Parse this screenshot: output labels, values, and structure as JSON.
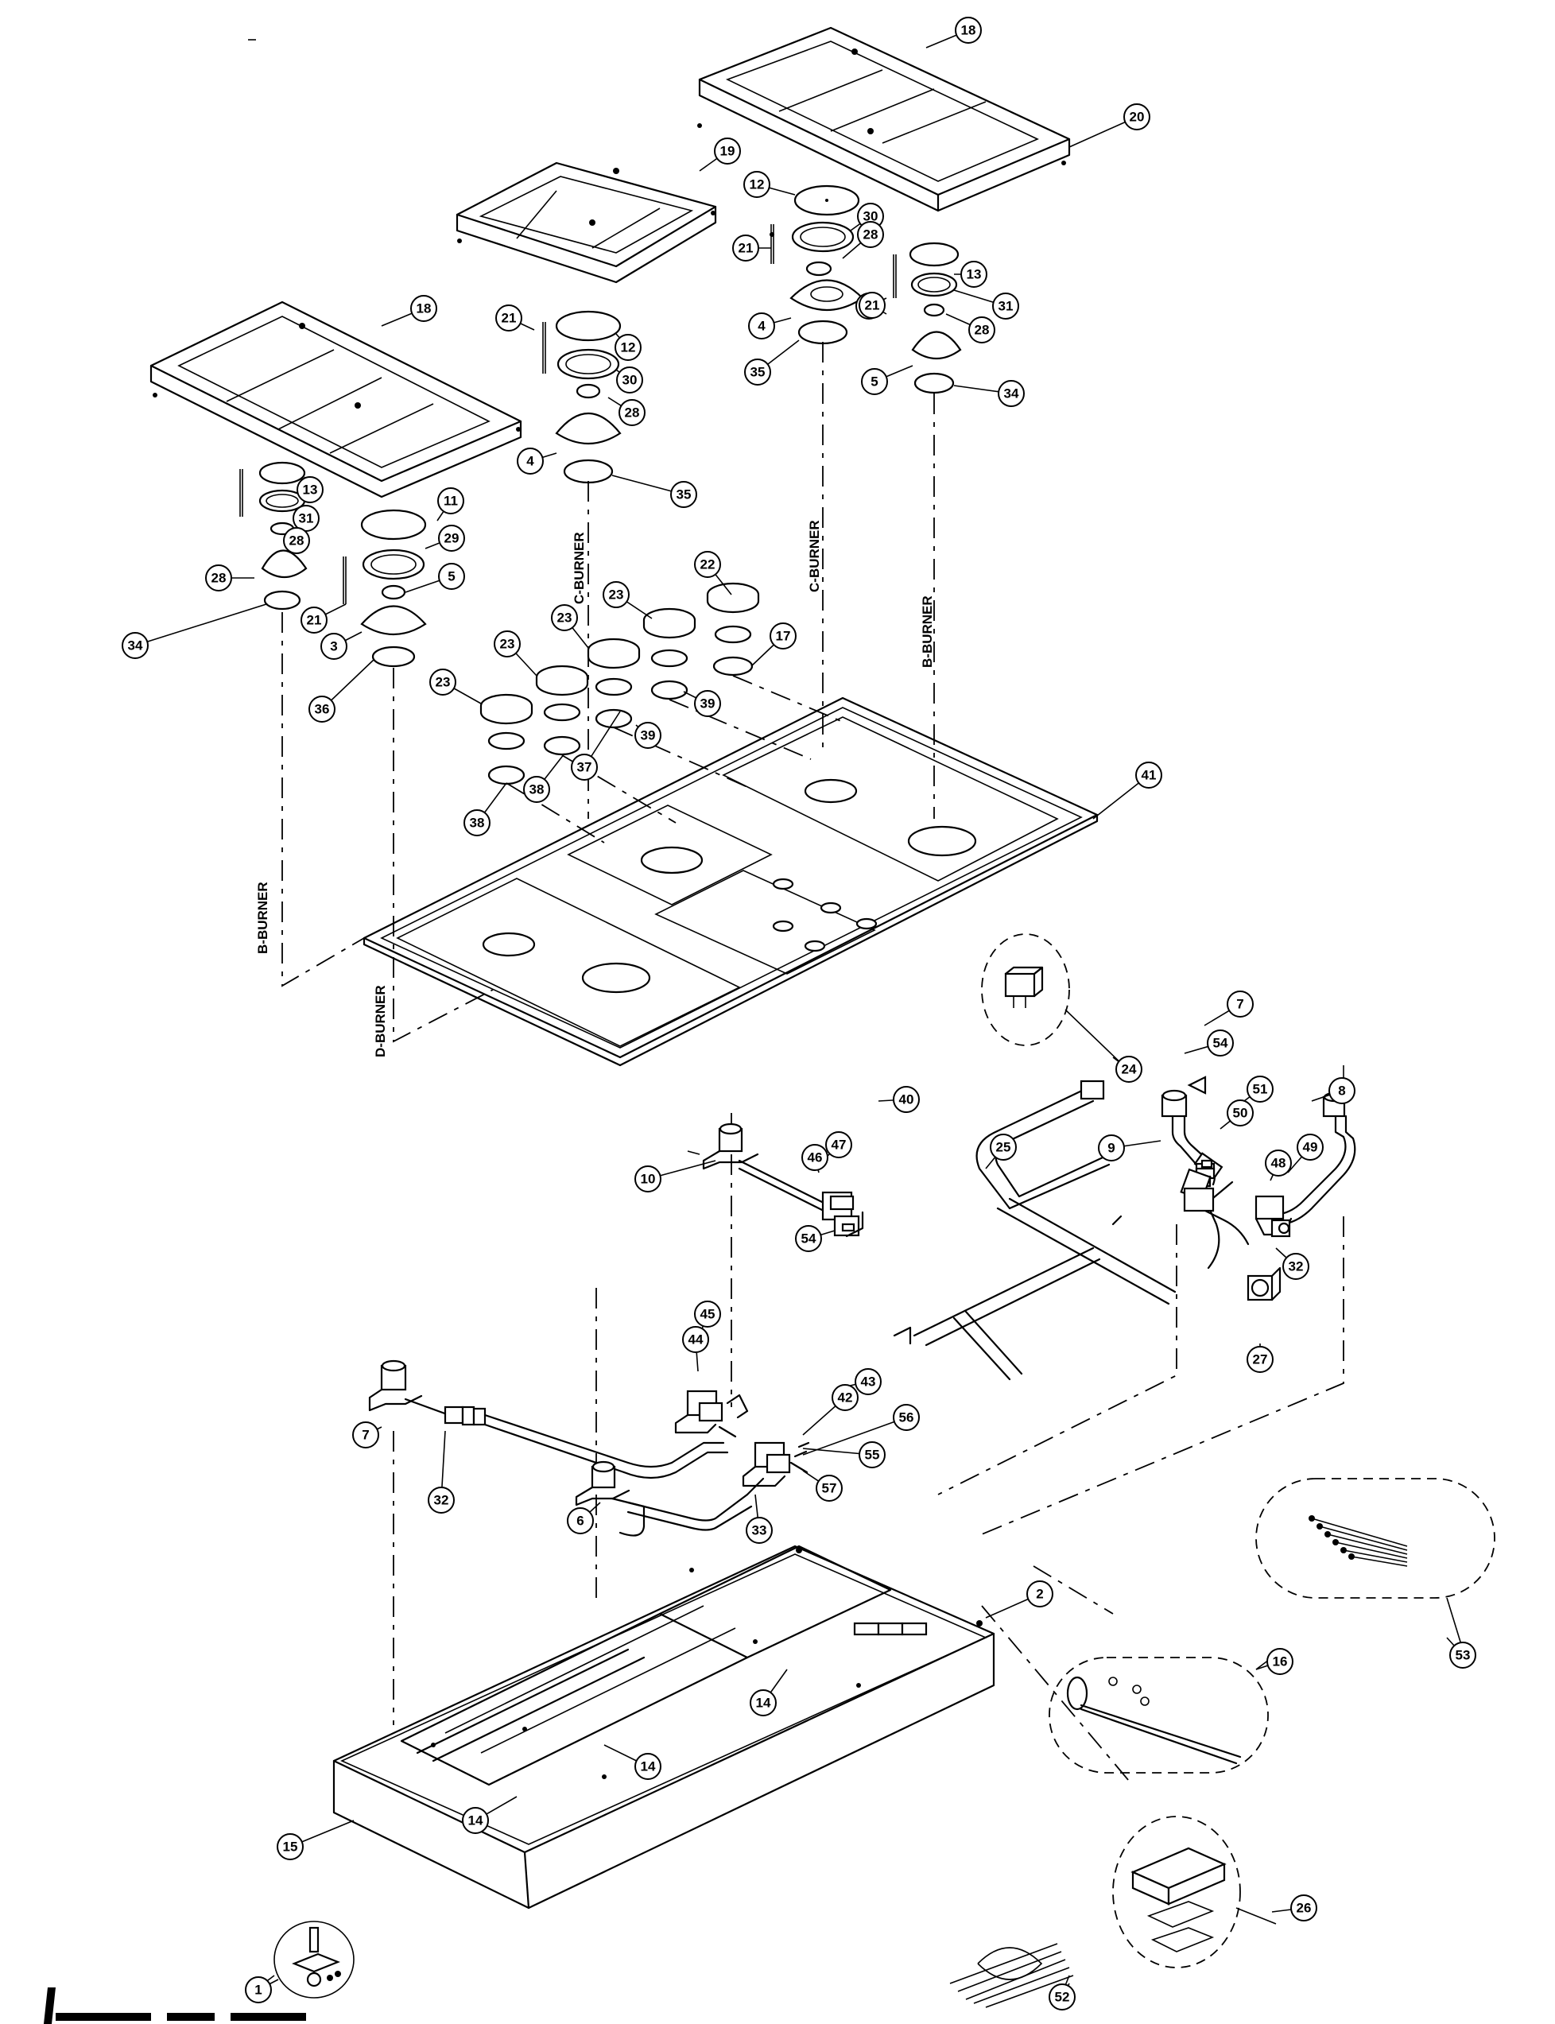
{
  "callouts": [
    {
      "label": "18"
    },
    {
      "label": "20"
    },
    {
      "label": "19"
    },
    {
      "label": "12"
    },
    {
      "label": "30"
    },
    {
      "label": "21"
    },
    {
      "label": "28"
    },
    {
      "label": "13"
    },
    {
      "label": "4"
    },
    {
      "label": "21"
    },
    {
      "label": "31"
    },
    {
      "label": "28"
    },
    {
      "label": "35"
    },
    {
      "label": "5"
    },
    {
      "label": "34"
    },
    {
      "label": "18"
    },
    {
      "label": "21"
    },
    {
      "label": "12"
    },
    {
      "label": "30"
    },
    {
      "label": "28"
    },
    {
      "label": "4"
    },
    {
      "label": "35"
    },
    {
      "label": "21"
    },
    {
      "label": "13"
    },
    {
      "label": "31"
    },
    {
      "label": "11"
    },
    {
      "label": "28"
    },
    {
      "label": "29"
    },
    {
      "label": "5"
    },
    {
      "label": "28"
    },
    {
      "label": "21"
    },
    {
      "label": "34"
    },
    {
      "label": "3"
    },
    {
      "label": "36"
    },
    {
      "label": "22"
    },
    {
      "label": "23"
    },
    {
      "label": "23"
    },
    {
      "label": "17"
    },
    {
      "label": "23"
    },
    {
      "label": "39"
    },
    {
      "label": "23"
    },
    {
      "label": "39"
    },
    {
      "label": "37"
    },
    {
      "label": "38"
    },
    {
      "label": "38"
    },
    {
      "label": "41"
    },
    {
      "label": "24"
    },
    {
      "label": "7"
    },
    {
      "label": "54"
    },
    {
      "label": "8"
    },
    {
      "label": "51"
    },
    {
      "label": "50"
    },
    {
      "label": "9"
    },
    {
      "label": "40"
    },
    {
      "label": "25"
    },
    {
      "label": "47"
    },
    {
      "label": "46"
    },
    {
      "label": "10"
    },
    {
      "label": "48"
    },
    {
      "label": "49"
    },
    {
      "label": "54"
    },
    {
      "label": "32"
    },
    {
      "label": "27"
    },
    {
      "label": "45"
    },
    {
      "label": "44"
    },
    {
      "label": "43"
    },
    {
      "label": "42"
    },
    {
      "label": "56"
    },
    {
      "label": "7"
    },
    {
      "label": "55"
    },
    {
      "label": "57"
    },
    {
      "label": "32"
    },
    {
      "label": "6"
    },
    {
      "label": "33"
    },
    {
      "label": "53"
    },
    {
      "label": "2"
    },
    {
      "label": "16"
    },
    {
      "label": "14"
    },
    {
      "label": "14"
    },
    {
      "label": "14"
    },
    {
      "label": "15"
    },
    {
      "label": "26"
    },
    {
      "label": "1"
    },
    {
      "label": "52"
    }
  ],
  "burner_labels": [
    {
      "text": "C-BURNER"
    },
    {
      "text": "C-BURNER"
    },
    {
      "text": "B-BURNER"
    },
    {
      "text": "B-BURNER"
    },
    {
      "text": "D-BURNER"
    }
  ]
}
